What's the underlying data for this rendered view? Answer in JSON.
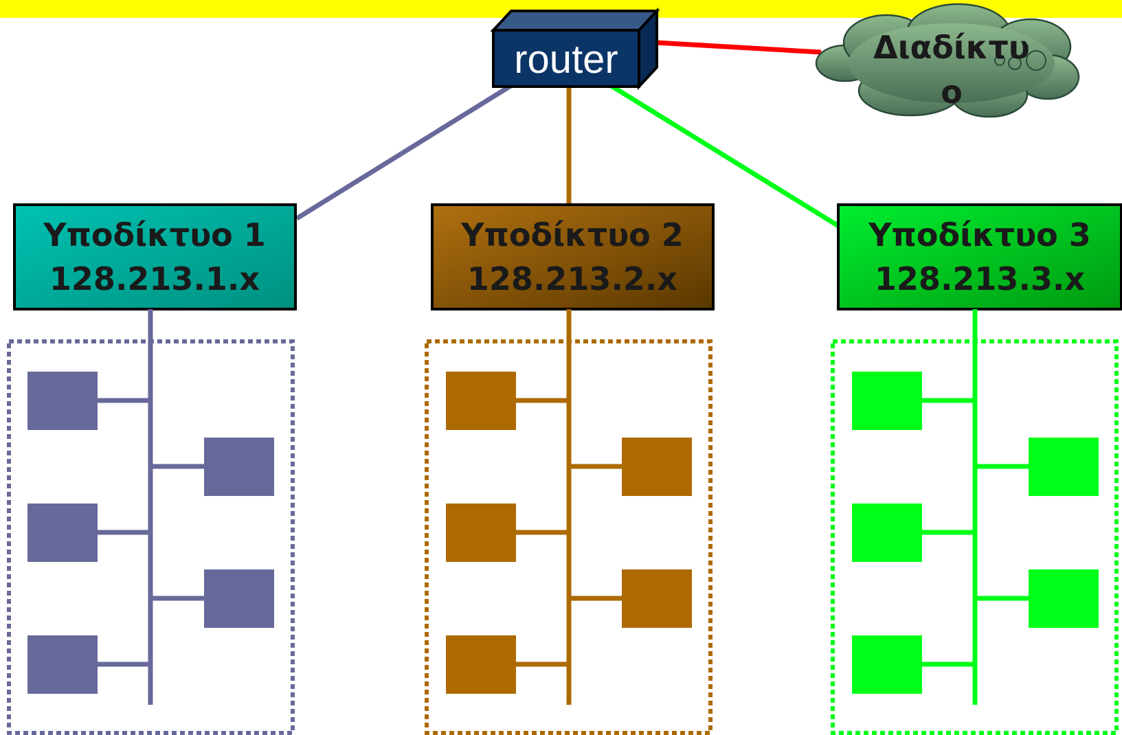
{
  "router": {
    "label": "router"
  },
  "internet": {
    "label_line1": "Διαδίκτυ",
    "label_line2": "ο"
  },
  "subnets": [
    {
      "title": "Υποδίκτυο 1",
      "address": "128.213.1.x",
      "color": "#67699a",
      "hosts": 5
    },
    {
      "title": "Υποδίκτυο 2",
      "address": "128.213.2.x",
      "color": "#ad6a00",
      "hosts": 5
    },
    {
      "title": "Υποδίκτυο 3",
      "address": "128.213.3.x",
      "color": "#00ff18",
      "hosts": 5
    }
  ],
  "colors": {
    "header_band": "#ffff00",
    "router_fill": "#0b3467",
    "internet_link": "#ff0000",
    "cloud_fill": "#5e8a5e"
  }
}
